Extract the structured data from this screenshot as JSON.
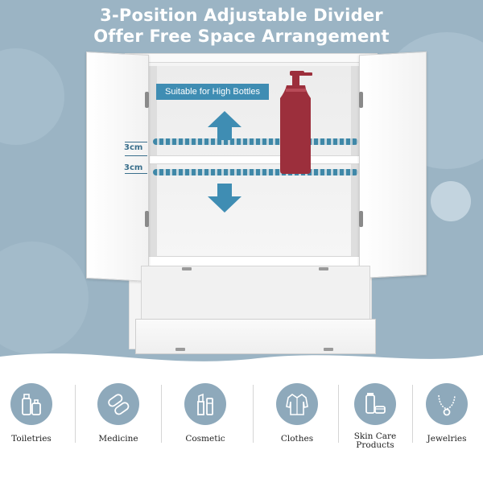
{
  "headline": {
    "line1": "3-Position Adjustable Divider",
    "line2": "Offer Free Space Arrangement"
  },
  "hint_label": "Suitable for High Bottles",
  "measurements": [
    "3cm",
    "3cm"
  ],
  "colors": {
    "banner": "#9bb4c4",
    "accent": "#3f8db3",
    "bottle": "#9c2f3c",
    "icon_circle": "#8ea9bb"
  },
  "categories": [
    {
      "label": "Toiletries",
      "icon": "toiletries-icon"
    },
    {
      "label": "Medicine",
      "icon": "pills-icon"
    },
    {
      "label": "Cosmetic",
      "icon": "cosmetic-icon"
    },
    {
      "label": "Clothes",
      "icon": "shirt-icon"
    },
    {
      "label": "Skin Care\nProducts",
      "icon": "skincare-icon"
    },
    {
      "label": "Jewelries",
      "icon": "necklace-icon"
    }
  ]
}
